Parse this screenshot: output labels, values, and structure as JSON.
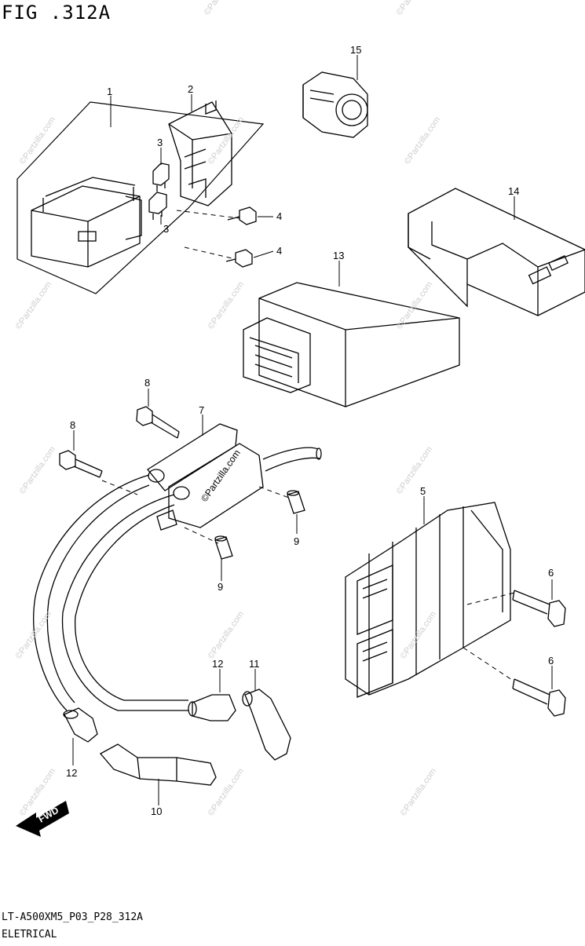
{
  "figure": {
    "title": "FIG .312A",
    "code": "LT-A500XM5_P03_P28_312A",
    "section": "ELETRICAL"
  },
  "watermark": {
    "text": "©Partzilla.com"
  },
  "housing_brand": "©Partzilla.com",
  "fwd_label": "FWD",
  "callouts": [
    "1",
    "2",
    "3",
    "3",
    "4",
    "4",
    "5",
    "6",
    "6",
    "7",
    "8",
    "8",
    "9",
    "9",
    "10",
    "11",
    "12",
    "12",
    "13",
    "14",
    "15"
  ],
  "colors": {
    "line": "#000000",
    "watermark": "#cfcfcf"
  }
}
